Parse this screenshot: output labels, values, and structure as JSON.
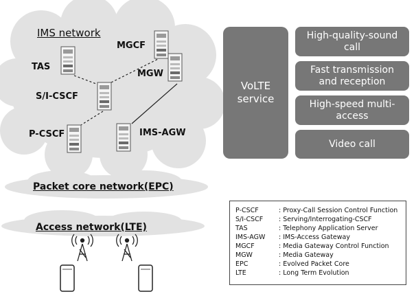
{
  "ims_network": {
    "title": "IMS network",
    "nodes": {
      "mgcf": "MGCF",
      "tas": "TAS",
      "mgw": "MGW",
      "s_i_cscf": "S/I-CSCF",
      "p_cscf": "P-CSCF",
      "ims_agw": "IMS-AGW"
    }
  },
  "packet_core": {
    "title": "Packet core network(EPC)"
  },
  "access_network": {
    "title": "Access network(LTE)"
  },
  "volte": {
    "label": "VoLTE\nservice"
  },
  "features": [
    {
      "label": "High-quality-sound\ncall"
    },
    {
      "label": "Fast transmission\nand reception"
    },
    {
      "label": "High-speed multi-\naccess"
    },
    {
      "label": "Video call"
    }
  ],
  "legend": [
    {
      "abbr": "P-CSCF",
      "desc": ": Proxy-Call Session Control Function"
    },
    {
      "abbr": "S/I-CSCF",
      "desc": ": Serving/Interrogating-CSCF"
    },
    {
      "abbr": "TAS",
      "desc": ": Telephony Application Server"
    },
    {
      "abbr": "IMS-AGW",
      "desc": ": IMS-Access Gateway"
    },
    {
      "abbr": "MGCF",
      "desc": ": Media Gateway Control  Function"
    },
    {
      "abbr": "MGW",
      "desc": ": Media Gateway"
    },
    {
      "abbr": "EPC",
      "desc": ": Evolved Packet Core"
    },
    {
      "abbr": "LTE",
      "desc": ": Long Term Evolution"
    }
  ],
  "colors": {
    "cloud": "#e2e2e2",
    "box": "#777777",
    "box_text": "#ffffff"
  }
}
